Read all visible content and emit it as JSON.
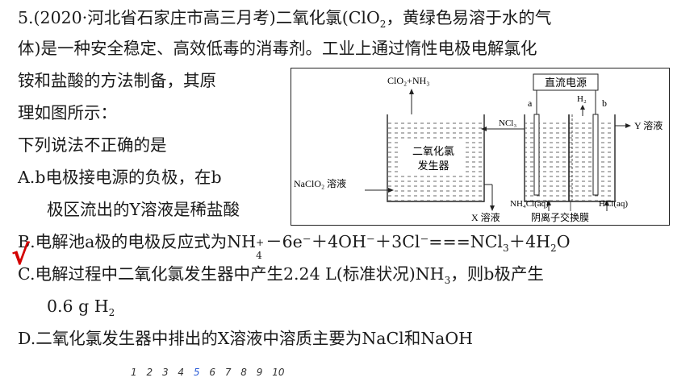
{
  "question": {
    "line1": "5.(2020·河北省石家庄市高三月考)二氧化氯(ClO",
    "line1_sub": "2",
    "line1_tail": "，黄绿色易溶于水的气",
    "line2": "体)是一种安全稳定、高效低毒的消毒剂。工业上通过惰性电极电解氯化",
    "line3": "铵和盐酸的方法制备，其原",
    "line4": "理如图所示：",
    "line5": "下列说法不正确的是"
  },
  "options": {
    "A_1": "A.b电极接电源的负极，在b",
    "A_2": "极区流出的Y溶液是稀盐酸",
    "B_pre": "B.电解池a极的电极反应式为NH",
    "B_sub": "4",
    "B_sup": "+",
    "B_post": "－6e⁻＋4OH⁻＋3Cl⁻===NCl",
    "B_sub2": "3",
    "B_post2": "＋4H",
    "B_sub3": "2",
    "B_end": "O",
    "C_1a": "C.电解过程中二氧化氯发生器中产生2.24 L(标准状况)NH",
    "C_1sub": "3",
    "C_1b": "，则b极产生",
    "C_2a": "0.6 g H",
    "C_2sub": "2",
    "D": "D.二氧化氯发生器中排出的X溶液中溶质主要为NaCl和NaOH"
  },
  "diagram": {
    "top_label": "ClO₂+NH₃",
    "generator_1": "二氧化氯",
    "generator_2": "发生器",
    "naclo2": "NaClO₂ 溶液",
    "x_label": "X 溶液",
    "ncl3": "NCl₃",
    "power": "直流电源",
    "a": "a",
    "b": "b",
    "h2": "H₂",
    "y_label": "Y 溶液",
    "nh4cl": "NH₄Cl(aq)",
    "hcl": "HCl(aq)",
    "membrane": "阴离子交换膜"
  },
  "mark": "√",
  "pager": [
    "1",
    "2",
    "3",
    "4",
    "5",
    "6",
    "7",
    "8",
    "9",
    "10"
  ],
  "pager_active": "5"
}
